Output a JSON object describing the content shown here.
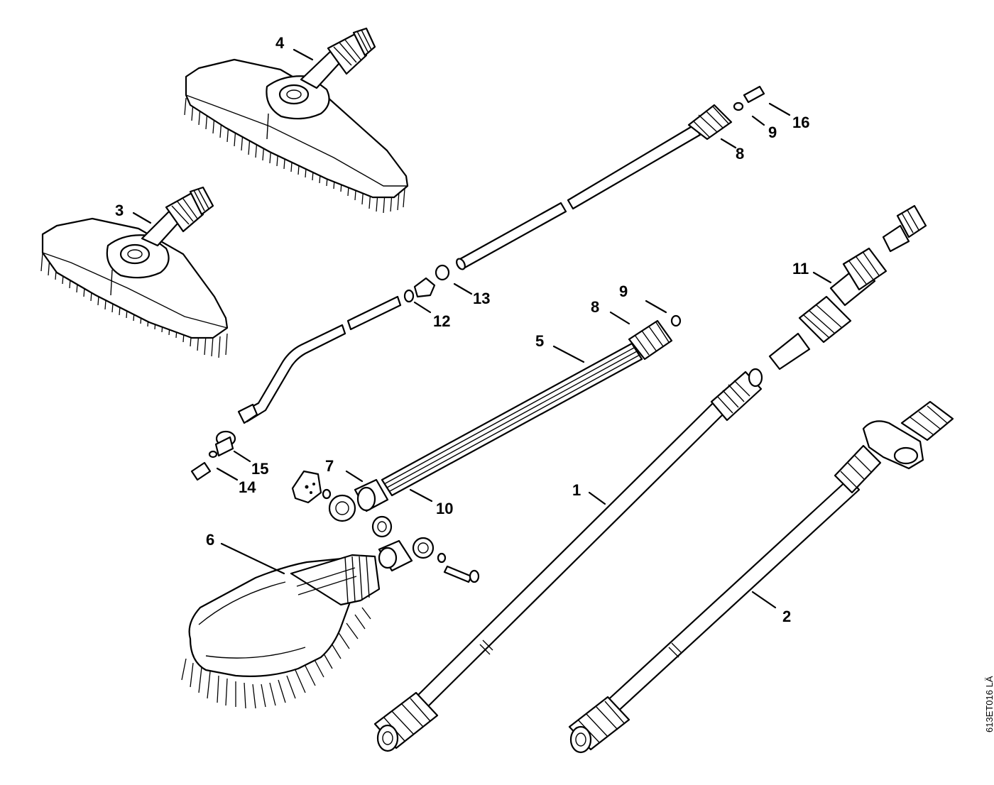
{
  "figure": {
    "doc_code": "613ET016 LÄ",
    "callouts": [
      {
        "id": "c1",
        "text": "1"
      },
      {
        "id": "c2",
        "text": "2"
      },
      {
        "id": "c3",
        "text": "3"
      },
      {
        "id": "c4",
        "text": "4"
      },
      {
        "id": "c5",
        "text": "5"
      },
      {
        "id": "c6",
        "text": "6"
      },
      {
        "id": "c7",
        "text": "7"
      },
      {
        "id": "c8a",
        "text": "8"
      },
      {
        "id": "c8b",
        "text": "8"
      },
      {
        "id": "c9a",
        "text": "9"
      },
      {
        "id": "c9b",
        "text": "9"
      },
      {
        "id": "c10",
        "text": "10"
      },
      {
        "id": "c11",
        "text": "11"
      },
      {
        "id": "c12",
        "text": "12"
      },
      {
        "id": "c13",
        "text": "13"
      },
      {
        "id": "c14",
        "text": "14"
      },
      {
        "id": "c15",
        "text": "15"
      },
      {
        "id": "c16",
        "text": "16"
      }
    ]
  }
}
